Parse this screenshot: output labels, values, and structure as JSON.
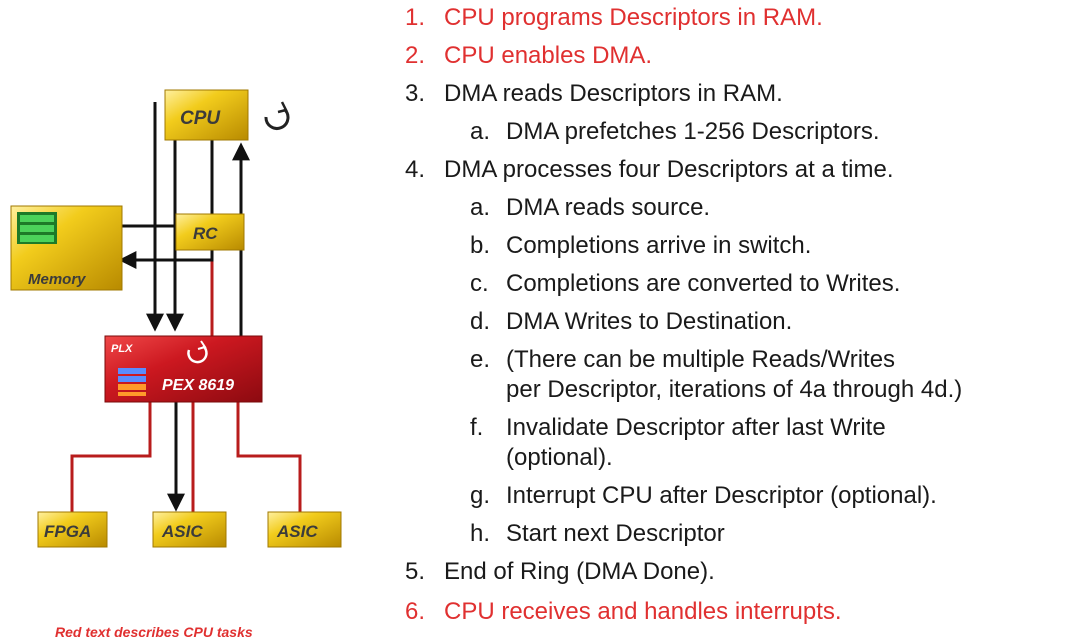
{
  "diagram": {
    "cpu_label": "CPU",
    "rc_label": "RC",
    "memory_label": "Memory",
    "pex_label": "PEX 8619",
    "pex_logo": "PLX",
    "fpga_label": "FPGA",
    "asic1_label": "ASIC",
    "asic2_label": "ASIC",
    "footnote": "Red text describes CPU tasks",
    "colors": {
      "gold": "#e8b800",
      "red_box": "#c8141e",
      "red_line": "#b81c1c",
      "arrow": "#111111",
      "memory_icon": "#2eaa3c",
      "cpu_task_text": "#e03030"
    }
  },
  "steps": {
    "s1_num": "1.",
    "s1": "CPU programs Descriptors in RAM.",
    "s2_num": "2.",
    "s2": "CPU enables DMA.",
    "s3_num": "3.",
    "s3": "DMA reads Descriptors in RAM.",
    "s3a_num": "a.",
    "s3a": "DMA prefetches 1-256 Descriptors.",
    "s4_num": "4.",
    "s4": "DMA processes four Descriptors at a time.",
    "s4a_num": "a.",
    "s4a": "DMA reads source.",
    "s4b_num": "b.",
    "s4b": "Completions arrive in switch.",
    "s4c_num": "c.",
    "s4c": "Completions are converted to Writes.",
    "s4d_num": "d.",
    "s4d": "DMA Writes to Destination.",
    "s4e_num": "e.",
    "s4e_1": "(There can be multiple Reads/Writes",
    "s4e_2": "per Descriptor, iterations of 4a through 4d.)",
    "s4f_num": "f.",
    "s4f_1": "Invalidate Descriptor after last Write",
    "s4f_2": "(optional).",
    "s4g_num": "g.",
    "s4g": "Interrupt CPU after Descriptor (optional).",
    "s4h_num": "h.",
    "s4h": "Start next Descriptor",
    "s5_num": "5.",
    "s5": "End of Ring (DMA Done).",
    "s6_num": "6.",
    "s6": "CPU receives and handles interrupts."
  }
}
